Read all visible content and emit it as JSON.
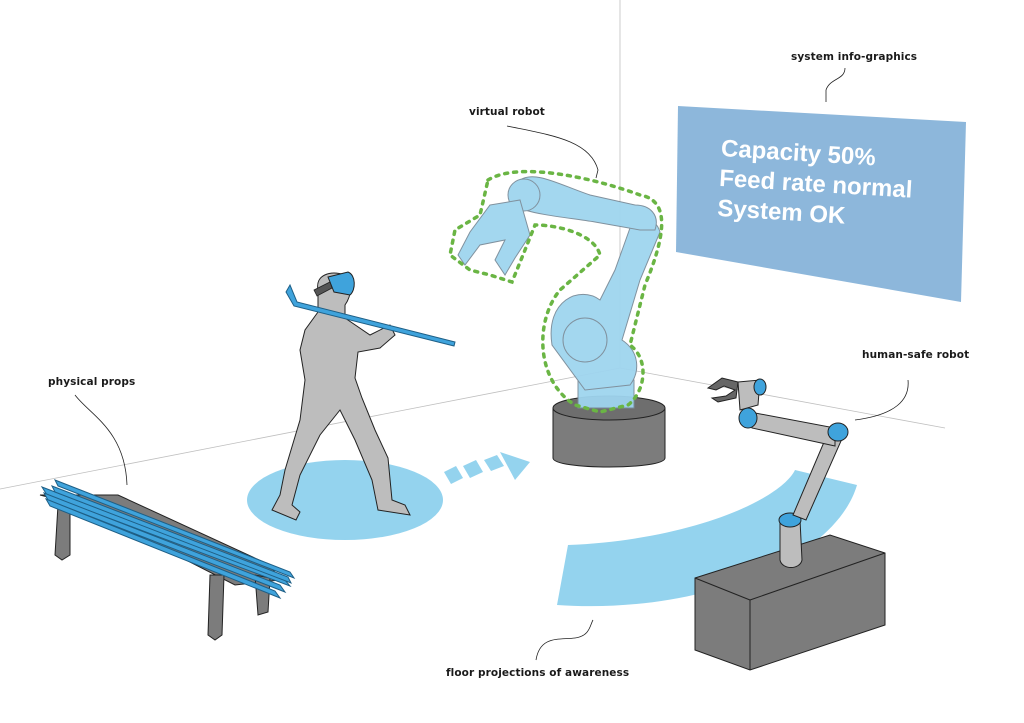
{
  "annotations": {
    "system_info": "system info-graphics",
    "virtual_robot": "virtual robot",
    "human_safe_robot": "human-safe robot",
    "physical_props": "physical props",
    "floor_projections": "floor projections of awareness"
  },
  "info_panel": {
    "lines": [
      "Capacity 50%",
      "Feed rate normal",
      "System OK"
    ]
  },
  "colors": {
    "panel_blue": "#8db7db",
    "projection_blue": "#94d3ee",
    "virtual_robot_blue": "#9fd5ef",
    "accent_blue": "#3fa3dc",
    "aura_green": "#6ab544",
    "machine_gray": "#7c7c7c",
    "figure_gray": "#bdbdbd"
  }
}
